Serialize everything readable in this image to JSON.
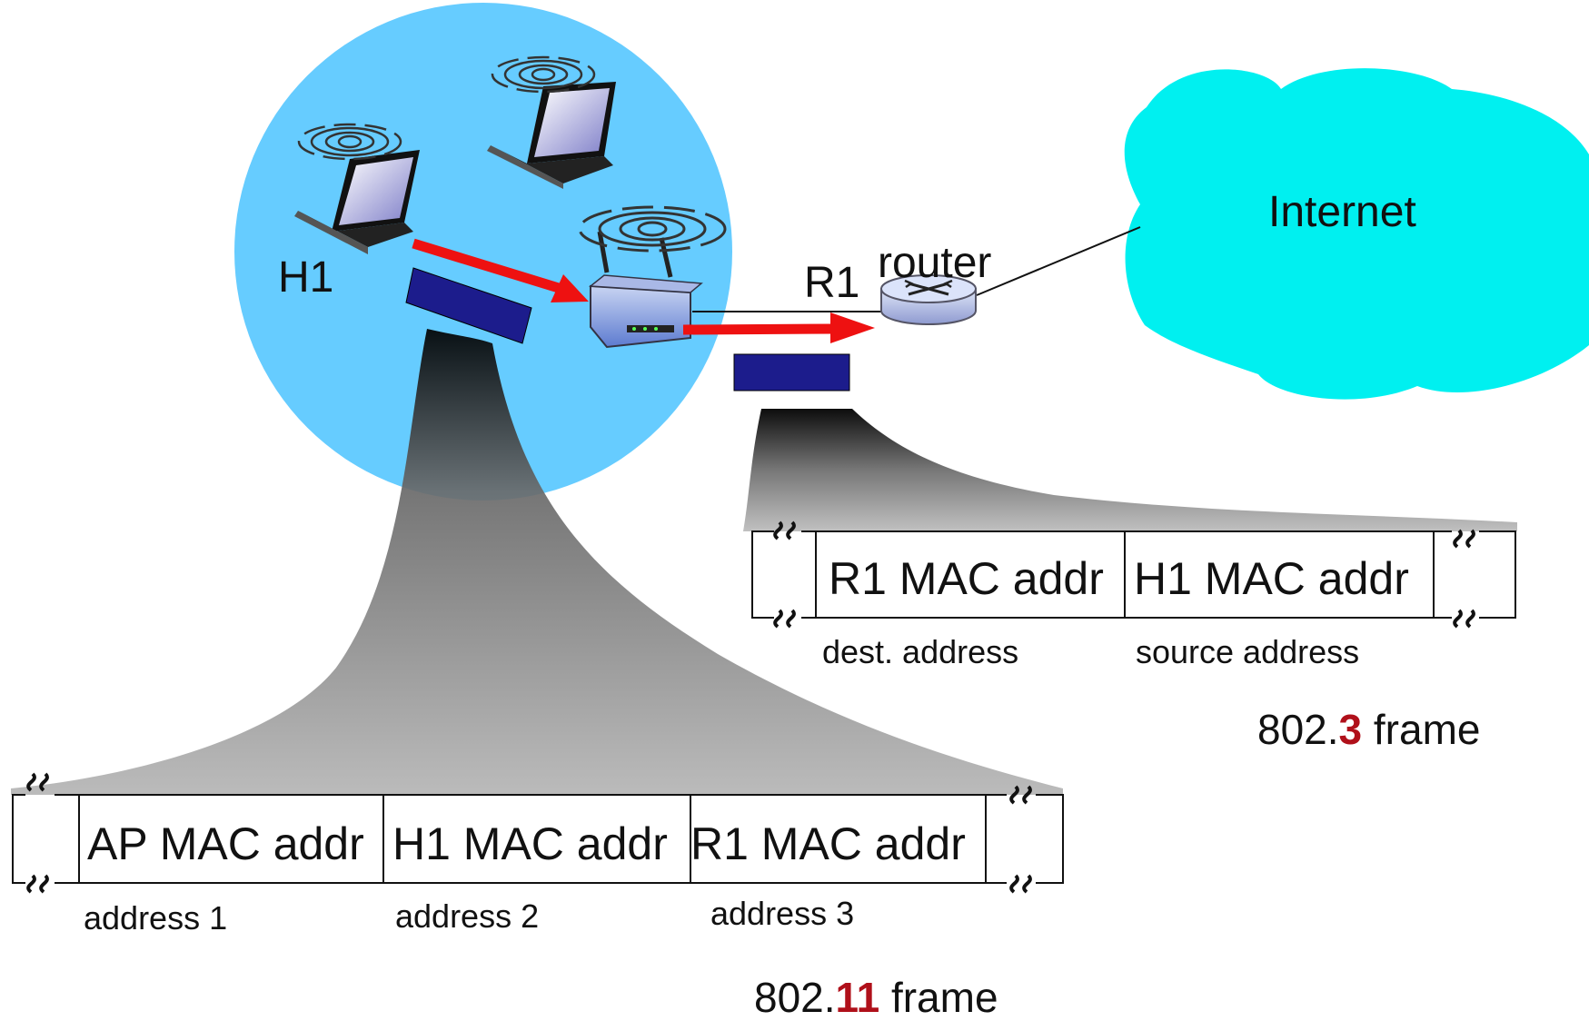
{
  "network": {
    "host_label": "H1",
    "router_id": "R1",
    "router_label": "router",
    "cloud_label": "Internet"
  },
  "wifi_frame": {
    "cells": [
      "AP MAC addr",
      "H1 MAC addr",
      "R1 MAC addr"
    ],
    "field_labels": [
      "address 1",
      "address 2",
      "address 3"
    ],
    "name_prefix": "802.",
    "name_number": "11",
    "name_suffix": " frame"
  },
  "ethernet_frame": {
    "cells": [
      "R1 MAC addr",
      "H1 MAC addr"
    ],
    "field_labels": [
      "dest. address",
      "source address"
    ],
    "name_prefix": "802.",
    "name_number": "3",
    "name_suffix": " frame"
  },
  "colors": {
    "bss_circle": "#66ccff",
    "internet_cloud": "#00f0f0",
    "arrow": "#ee1111",
    "frame_block": "#1c1c8c",
    "accent": "#b0101a"
  }
}
